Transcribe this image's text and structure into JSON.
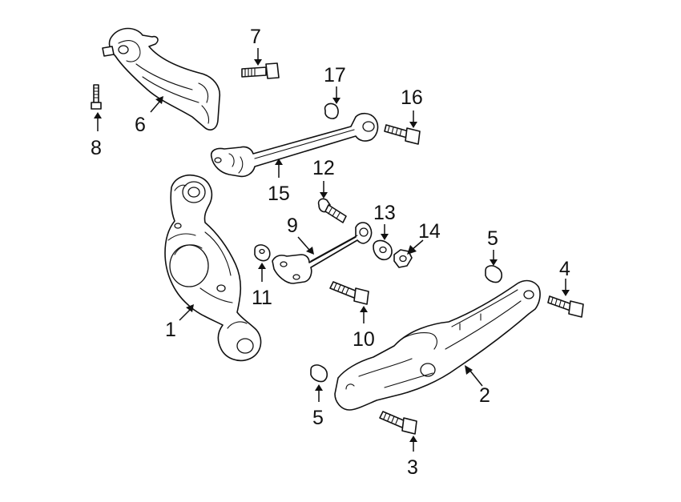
{
  "callouts": {
    "c1": "1",
    "c2": "2",
    "c3": "3",
    "c4": "4",
    "c5a": "5",
    "c5b": "5",
    "c6": "6",
    "c7": "7",
    "c8": "8",
    "c9": "9",
    "c10": "10",
    "c11": "11",
    "c12": "12",
    "c13": "13",
    "c14": "14",
    "c15": "15",
    "c16": "16",
    "c17": "17"
  },
  "colors": {
    "line": "#111111",
    "background": "#ffffff"
  }
}
